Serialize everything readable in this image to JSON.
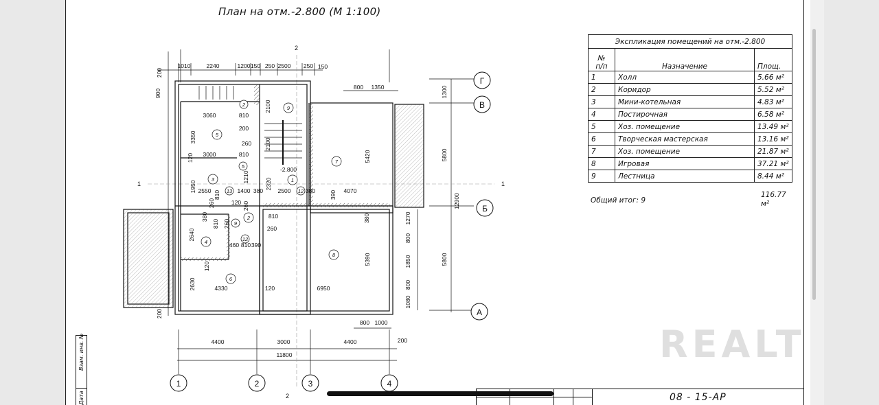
{
  "title": "План на отм.-2.800 (М 1:100)",
  "explication": {
    "caption": "Экспликация помещений на отм.-2.800",
    "headers": {
      "num": "№\nп/п",
      "name": "Назначение",
      "area": "Площ."
    },
    "rows": [
      {
        "num": "1",
        "name": "Холл",
        "area": "5.66 м²"
      },
      {
        "num": "2",
        "name": "Коридор",
        "area": "5.52 м²"
      },
      {
        "num": "3",
        "name": "Мини-котельная",
        "area": "4.83 м²"
      },
      {
        "num": "4",
        "name": "Постирочная",
        "area": "6.58 м²"
      },
      {
        "num": "5",
        "name": "Хоз. помещение",
        "area": "13.49 м²"
      },
      {
        "num": "6",
        "name": "Творческая мастерская",
        "area": "13.16 м²"
      },
      {
        "num": "7",
        "name": "Хоз. помещение",
        "area": "21.87 м²"
      },
      {
        "num": "8",
        "name": "Игровая",
        "area": "37.21 м²"
      },
      {
        "num": "9",
        "name": "Лестница",
        "area": "8.44 м²"
      }
    ],
    "total_label": "Общий итог: 9",
    "total_area": "116.77 м²"
  },
  "stamp": {
    "code": "08 - 15-АР"
  },
  "side_labels": {
    "inv": "Взам. инв. №",
    "date": "Дата"
  },
  "watermark": "REALT",
  "axes": {
    "horizontal": [
      "1",
      "2",
      "3",
      "4"
    ],
    "vertical": [
      "Г",
      "В",
      "Б",
      "А"
    ]
  },
  "section_marks": {
    "top": "2",
    "bottom": "2",
    "left": "1",
    "right": "1"
  },
  "dims": {
    "top_row": [
      "1010",
      "2240",
      "1200",
      "150",
      "250",
      "2500",
      "250",
      "150"
    ],
    "top_left_200": "200",
    "left_900": "900",
    "mid_800": "800",
    "mid_1350": "1350",
    "right_1300": "1300",
    "right_5800a": "5800",
    "right_12900": "12900",
    "right_5800b": "5800",
    "right_1270": "1270",
    "right_800a": "800",
    "right_1850": "1850",
    "right_800b": "800",
    "right_1080": "1080",
    "bottom_800": "800",
    "bottom_1000": "1000",
    "bottom_4400a": "4400",
    "bottom_3000": "3000",
    "bottom_4400b": "4400",
    "bottom_200": "200",
    "bottom_11800": "11800",
    "left_200_bottom": "200"
  },
  "interior": {
    "d3060": "3060",
    "d810a": "810",
    "d200a": "200",
    "d3350": "3350",
    "d3000": "3000",
    "d810b": "810",
    "d120a": "120",
    "d260a": "260",
    "d2100a": "2100",
    "d2100b": "2100",
    "d1210": "1210",
    "d5420": "5420",
    "d1950": "1950",
    "d2550": "2550",
    "d1400": "1400",
    "d380a": "380",
    "d2320": "2320",
    "d2500": "2500",
    "d380b": "380",
    "d390a": "390",
    "d4070": "4070",
    "d260b": "260",
    "d810c": "810",
    "d120b": "120",
    "d260c": "260",
    "d810d": "810",
    "d260d": "260",
    "d380c": "380",
    "d2640": "2640",
    "d460": "460",
    "d810e": "810",
    "d390b": "390",
    "d380d": "380",
    "d5390": "5390",
    "d120c": "120",
    "d2630": "2630",
    "d4330": "4330",
    "d120d": "120",
    "d6950": "6950",
    "elev": "-2.800",
    "d810f": "810",
    "d260e": "260"
  },
  "room_tags": [
    "1",
    "2",
    "3",
    "4",
    "5",
    "6",
    "7",
    "8",
    "9",
    "5",
    "2",
    "9",
    "12",
    "13",
    "12"
  ],
  "colors": {
    "ink": "#111111",
    "hatch": "#555555",
    "paper": "#ffffff"
  }
}
